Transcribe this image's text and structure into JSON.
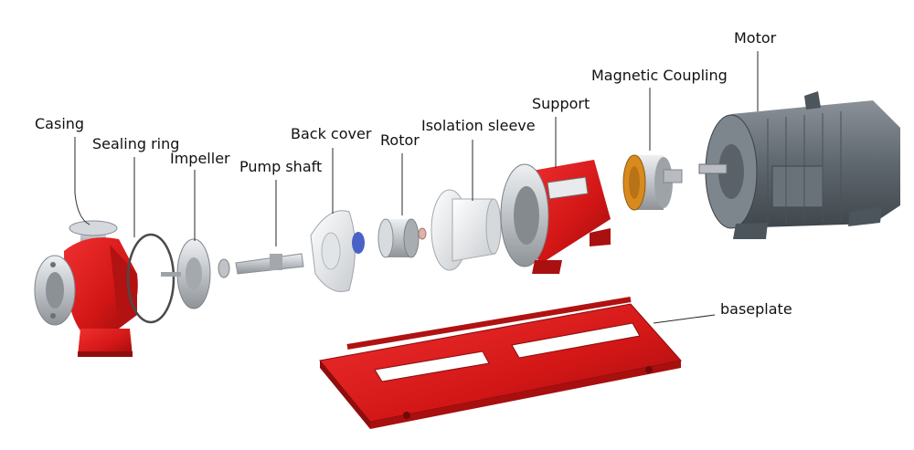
{
  "labels": {
    "casing": "Casing",
    "sealing_ring": "Sealing ring",
    "impeller": "Impeller",
    "pump_shaft": "Pump shaft",
    "back_cover": "Back cover",
    "rotor": "Rotor",
    "isolation_sleeve": "Isolation sleeve",
    "support": "Support",
    "magnetic_coupling": "Magnetic Coupling",
    "motor": "Motor",
    "baseplate": "baseplate"
  },
  "colors": {
    "red": "#d71a1a",
    "dark_red": "#9e1010",
    "steel": "#c9ccd0",
    "motor_gray": "#5d656c",
    "coupling_orange": "#d98a1c"
  }
}
